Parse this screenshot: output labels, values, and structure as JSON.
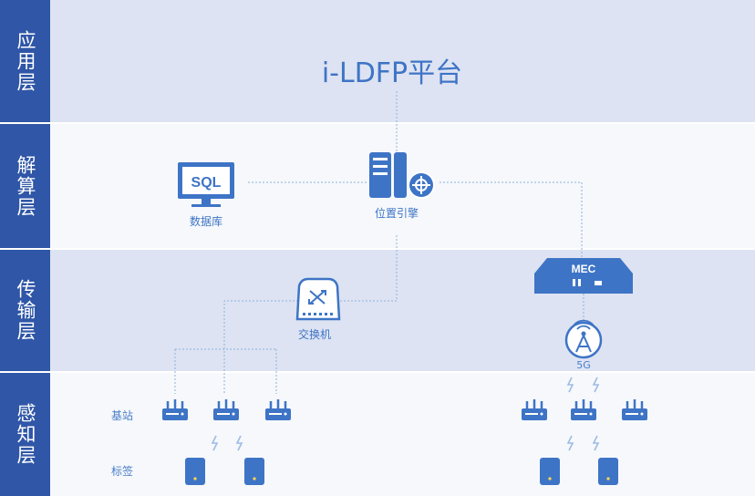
{
  "layers": {
    "application": "应用层",
    "parsing": "解算层",
    "transmission": "传输层",
    "perception": "感知层"
  },
  "platform_title": "i-LDFP平台",
  "nodes": {
    "database_icon_text": "SQL",
    "database_label": "数据库",
    "engine_label": "位置引擎",
    "switch_label": "交换机",
    "mec_text": "MEC",
    "fiveg_label": "5G"
  },
  "rows": {
    "base_station": "基站",
    "tag": "标签"
  },
  "colors": {
    "accent": "#3e74c6",
    "sidebar": "#2f56a7",
    "band_dark": "#dde3f2",
    "band_light": "#f6f8fb",
    "line": "#8fb0de",
    "wave": "#9dbbe4"
  }
}
